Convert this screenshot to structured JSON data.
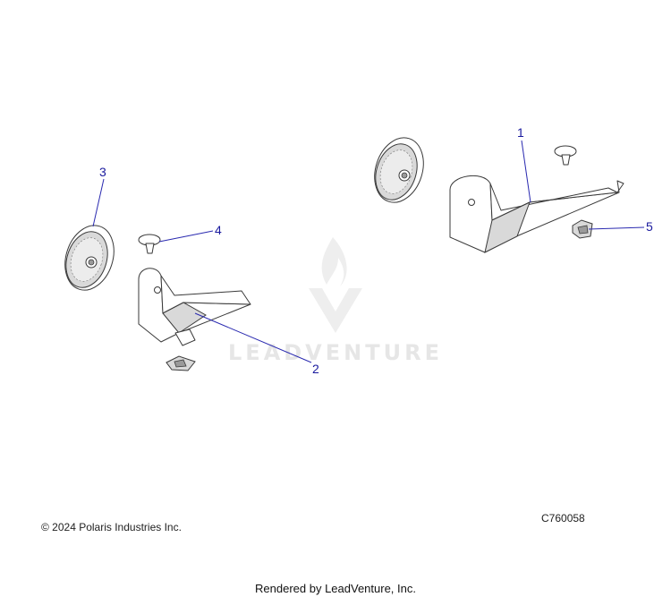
{
  "callouts": {
    "c1": "1",
    "c2": "2",
    "c3": "3",
    "c4": "4",
    "c5": "5"
  },
  "watermark": "LEADVENTURE",
  "copyright": "© 2024 Polaris Industries Inc.",
  "diagram_code": "C760058",
  "footer": "Rendered by LeadVenture, Inc.",
  "colors": {
    "callout": "#1a1a9e",
    "leader": "#2a2ab0",
    "line_art": "#3a3a3a",
    "watermark": "#e6e6e6"
  }
}
